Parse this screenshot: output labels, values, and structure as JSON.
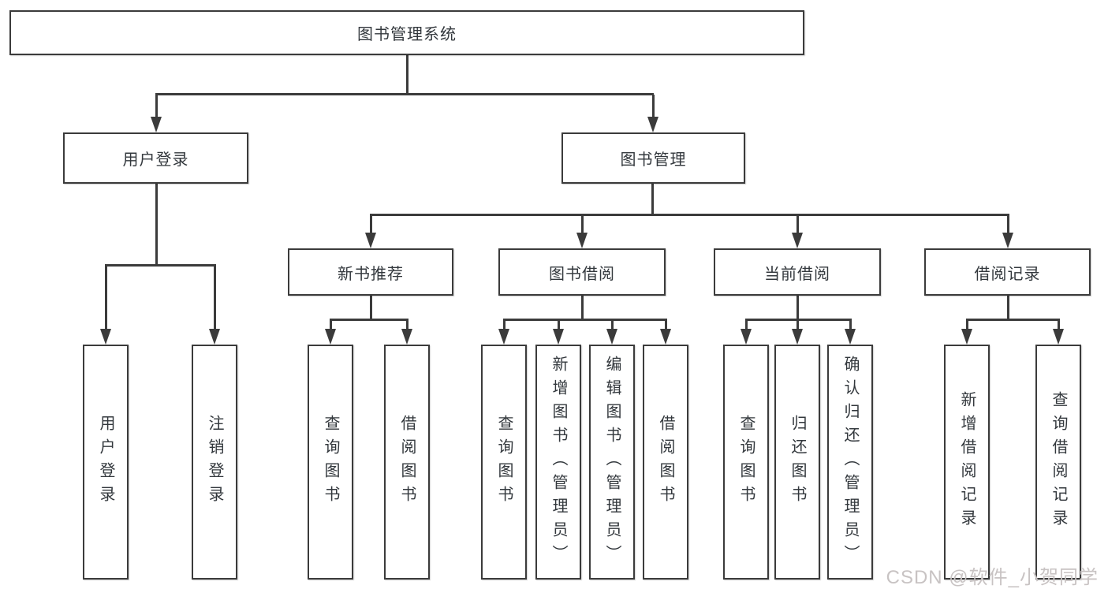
{
  "title": {
    "label": "图书管理系统"
  },
  "branches": {
    "user_login": {
      "label": "用户登录",
      "children": [
        {
          "label": "用户登录"
        },
        {
          "label": "注销登录"
        }
      ]
    },
    "book_mgmt": {
      "label": "图书管理",
      "children": [
        {
          "label": "新书推荐",
          "children": [
            {
              "label": "查询图书"
            },
            {
              "label": "借阅图书"
            }
          ]
        },
        {
          "label": "图书借阅",
          "children": [
            {
              "label": "查询图书"
            },
            {
              "label": "新增图书（管理员）"
            },
            {
              "label": "编辑图书（管理员）"
            },
            {
              "label": "借阅图书"
            }
          ]
        },
        {
          "label": "当前借阅",
          "children": [
            {
              "label": "查询图书"
            },
            {
              "label": "归还图书"
            },
            {
              "label": "确认归还（管理员）"
            }
          ]
        },
        {
          "label": "借阅记录",
          "children": [
            {
              "label": "新增借阅记录"
            },
            {
              "label": "查询借阅记录"
            }
          ]
        }
      ]
    }
  },
  "watermark": "CSDN @软件_小贺同学",
  "colors": {
    "line": "#3b3b3b",
    "text": "#33383d",
    "watermark": "#c8c3c3",
    "background": "#ffffff"
  }
}
